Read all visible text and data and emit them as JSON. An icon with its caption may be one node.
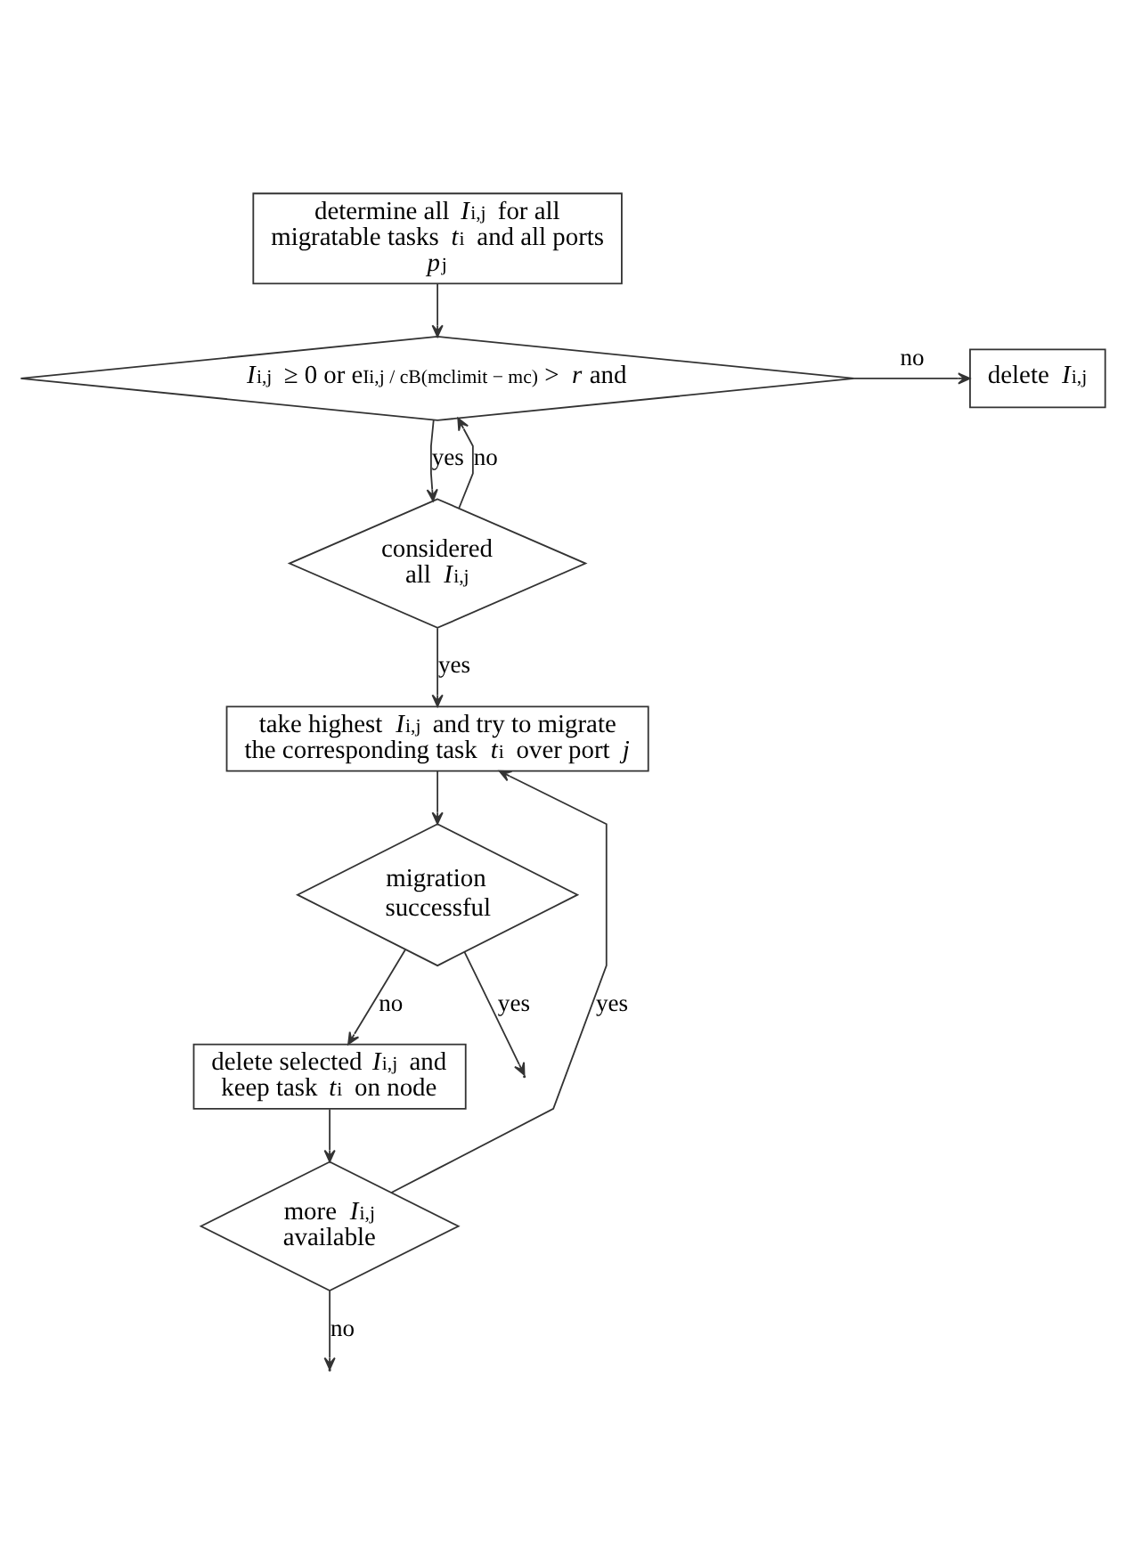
{
  "diagram": {
    "nodes": [
      {
        "text": [
          "determine all *I*$_{i,j}$ for all migratable tasks *t*$_{i}$ and all ports *p*$_{j}$"
        ]
      },
      {
        "text": [
          "*I*$_{i,j}$ ≥ 0 or e$^{Ii,j / cB(mclimit − mc)}$ > *r* and"
        ]
      },
      {
        "text": [
          "delete *I*$_{i,j}$"
        ]
      },
      {
        "text": [
          "considered all *I*$_{i,j}$"
        ]
      },
      {
        "text": [
          "take highest *I*$_{i,j}$ and try to migrate the corresponding task *t*$_{i}$ over port *j*"
        ]
      },
      {
        "text": [
          "migration successful"
        ]
      },
      {
        "text": [
          "delete selected *I*$_{i,j}$ and keep task *t*$_{i}$ on node"
        ]
      },
      {
        "text": [
          "more *I*$_{i,j}$ available"
        ]
      }
    ],
    "edges": [
      {
        "from": 0,
        "to": 1,
        "arrow": "to"
      },
      {
        "from": 1,
        "to": 2,
        "arrow": "to",
        "label": "no"
      },
      {
        "from": 1,
        "to": 3,
        "arrow": "to",
        "label": "yes"
      },
      {
        "from": 3,
        "to": 1,
        "arrow": "to",
        "label": "no"
      },
      {
        "from": 3,
        "to": 4,
        "arrow": "to",
        "label": "yes"
      },
      {
        "from": 4,
        "to": 5,
        "arrow": "to"
      },
      {
        "from": 5,
        "to": null,
        "arrow": "to",
        "label": "yes"
      },
      {
        "from": 5,
        "to": 6,
        "arrow": "to",
        "label": "no"
      },
      {
        "from": 6,
        "to": 7,
        "arrow": "to"
      },
      {
        "from": 7,
        "to": 4,
        "arrow": "to",
        "label": "yes"
      },
      {
        "from": 7,
        "to": null,
        "arrow": "to",
        "label": "no"
      }
    ]
  }
}
